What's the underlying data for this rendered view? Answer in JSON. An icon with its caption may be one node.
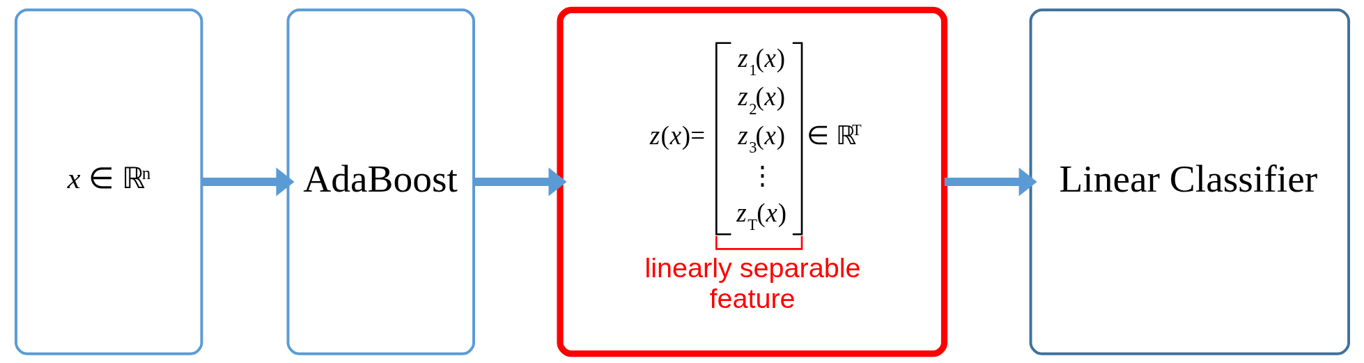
{
  "diagram": {
    "nodes": [
      {
        "text": [
          "*x* ∈ ℝ$^{n}$"
        ]
      },
      {
        "text": [
          "AdaBoost"
        ]
      },
      {
        "text": [
          "*z*(*x*)=",
          "*z*$_{1}$(*x*)",
          "*z*$_{2}$(*x*)",
          "*z*$_{3}$(*x*)",
          "⋮",
          "*z*$_{T}$(*x*)",
          "∈ ℝ$^{T}$",
          "linearly separable feature"
        ]
      },
      {
        "text": [
          "Linear Classifier"
        ]
      }
    ],
    "edges": [
      {
        "from": 0,
        "to": 1,
        "arrow": "to"
      },
      {
        "from": 1,
        "to": 2,
        "arrow": "to"
      },
      {
        "from": 2,
        "to": 3,
        "arrow": "to"
      }
    ]
  }
}
